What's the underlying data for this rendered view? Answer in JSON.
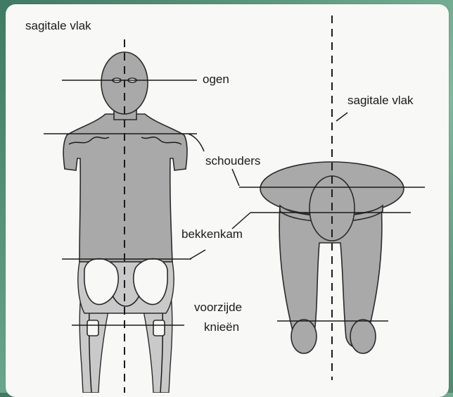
{
  "diagram": {
    "front_view": {
      "sagittal_label": "sagitale vlak",
      "eyes_label": "ogen",
      "shoulders_label": "schouders",
      "pelvic_crest_label": "bekkenkam",
      "knees_label_line1": "voorzijde",
      "knees_label_line2": "knieën"
    },
    "top_view": {
      "sagittal_label": "sagitale vlak"
    },
    "colors": {
      "body_fill": "#a9a9a9",
      "background": "#f8f8f6",
      "frame": "#4f8a70"
    }
  }
}
